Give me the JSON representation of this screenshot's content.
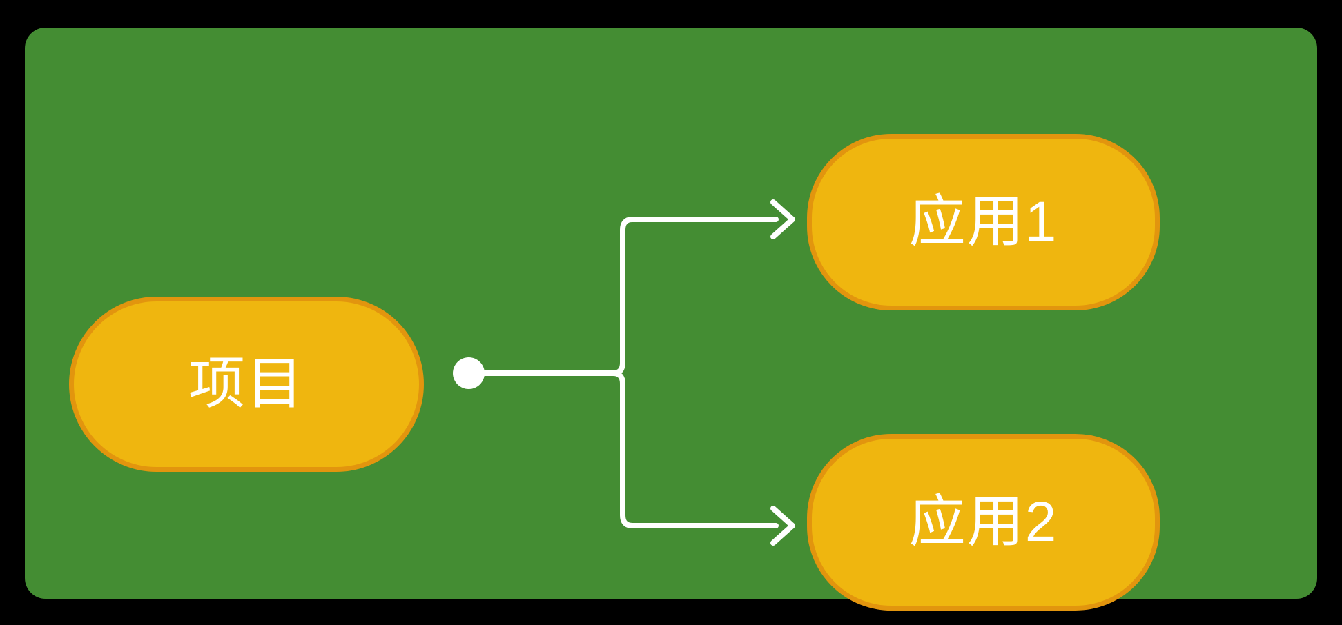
{
  "colors": {
    "page-bg": "#000000",
    "canvas-bg": "#448D33",
    "node-fill": "#EFB60F",
    "node-border": "#E2950E",
    "connector": "#FFFFFF",
    "label-text": "#FFFFFF"
  },
  "diagram": {
    "type": "mindmap",
    "root": {
      "label": "项目"
    },
    "children": [
      {
        "label": "应用1"
      },
      {
        "label": "应用2"
      }
    ]
  }
}
